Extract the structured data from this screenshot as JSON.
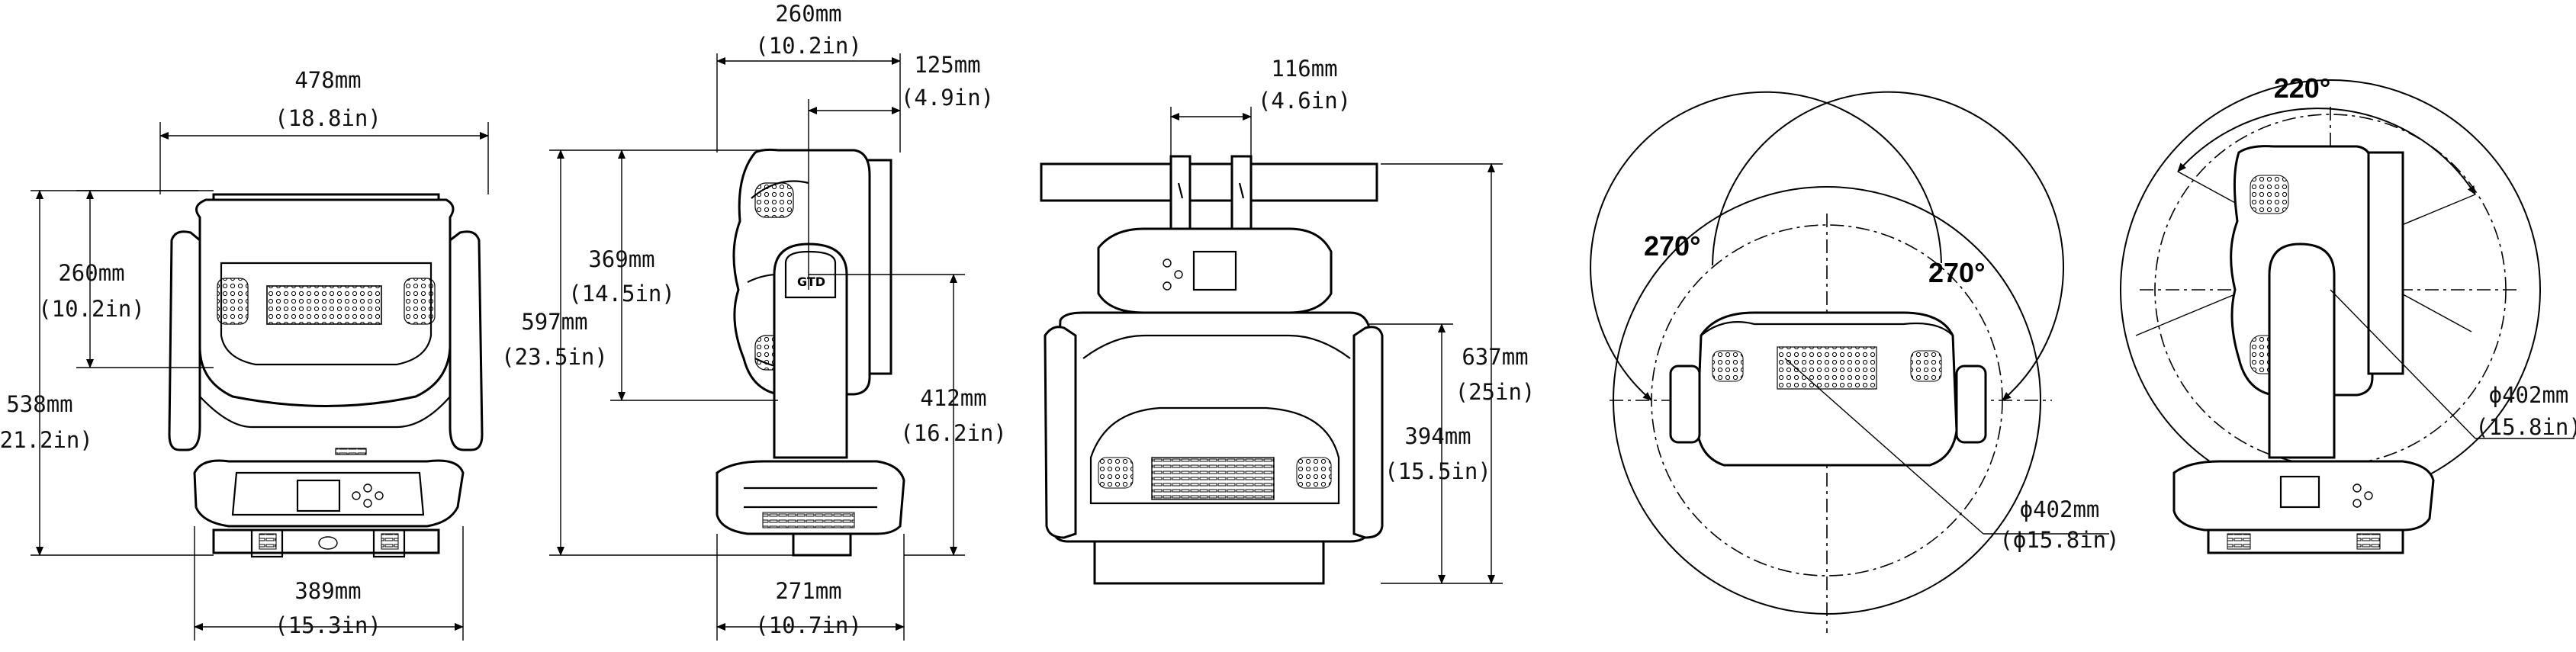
{
  "views": {
    "front": {
      "width_top": "478mm",
      "width_top_in": "(18.8in)",
      "head_height": "260mm",
      "head_height_in": "(10.2in)",
      "total_height": "538mm",
      "total_height_in": "(21.2in)",
      "base_width": "389mm",
      "base_width_in": "(15.3in)"
    },
    "side": {
      "depth": "260mm",
      "depth_in": "(10.2in)",
      "offset": "125mm",
      "offset_in": "(4.9in)",
      "head_height": "369mm",
      "head_height_in": "(14.5in)",
      "total_height": "597mm",
      "total_height_in": "(23.5in)",
      "pivot_height": "412mm",
      "pivot_height_in": "(16.2in)",
      "base_depth": "271mm",
      "base_depth_in": "(10.7in)"
    },
    "bracket": {
      "spacing": "116mm",
      "spacing_in": "(4.6in)",
      "total_height": "637mm",
      "total_height_in": "(25in)",
      "head_height": "394mm",
      "head_height_in": "(15.5in)"
    },
    "pan": {
      "angle_left": "270°",
      "angle_right": "270°",
      "diameter": "ϕ402mm",
      "diameter_in": "(ϕ15.8in)"
    },
    "tilt": {
      "angle": "220°",
      "diameter": "ϕ402mm",
      "diameter_in": "(15.8in)"
    }
  }
}
